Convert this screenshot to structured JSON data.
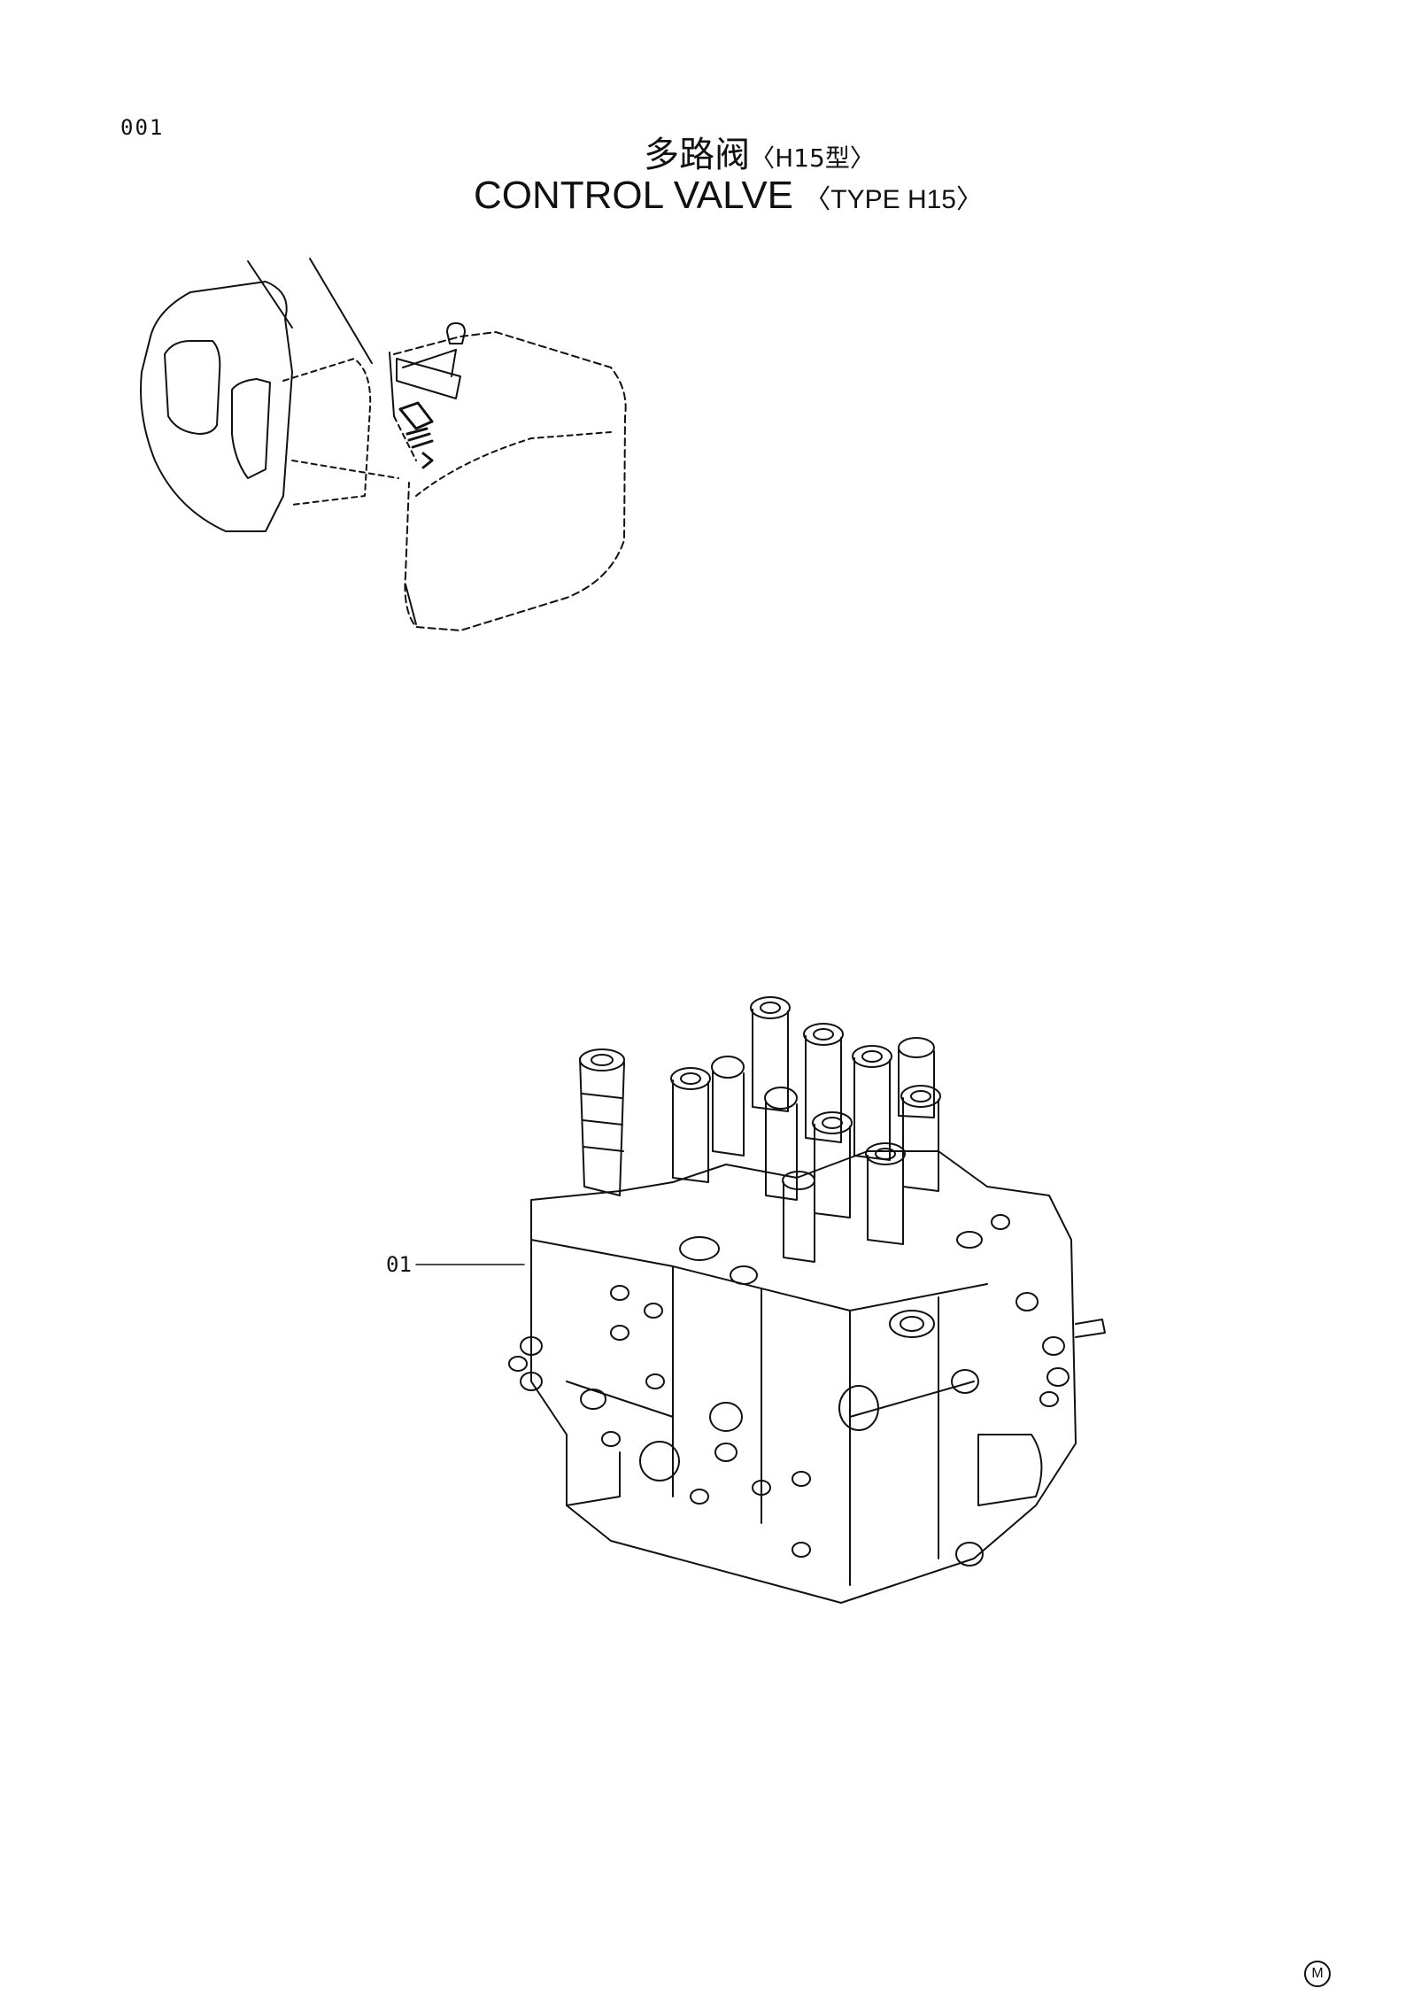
{
  "page": {
    "number": "001",
    "title_cn": "多路阀",
    "title_cn_suffix": "〈H15型〉",
    "title_en": "CONTROL VALVE",
    "title_en_suffix": "〈TYPE H15〉"
  },
  "callouts": [
    {
      "label": "01"
    }
  ],
  "footer": {
    "mark": "M"
  }
}
